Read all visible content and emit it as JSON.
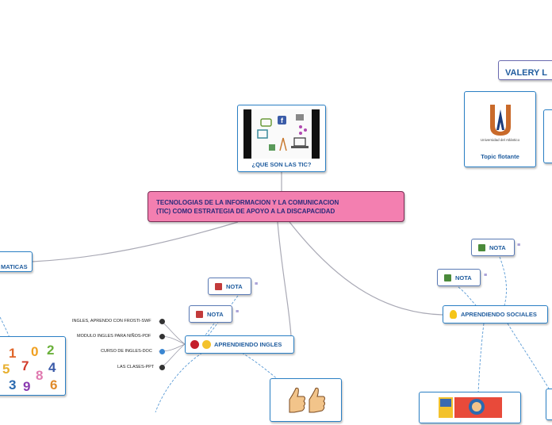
{
  "central": {
    "line1": "TECNOLOGIAS DE LA INFORMACION Y LA COMUNICACION",
    "line2": "(TIC) COMO ESTRATEGIA DE APOYO A LA DISCAPACIDAD"
  },
  "tic_topic": {
    "label": "¿QUE SON LAS TIC?"
  },
  "left_topic": {
    "label": "MATICAS"
  },
  "valery": {
    "label": "VALERY L"
  },
  "univ_topic": {
    "logo_text": "Universidad del Atlántico",
    "label": "Topic flotante"
  },
  "ingles": {
    "label": "APRENDIENDO INGLES",
    "notes": [
      "NOTA",
      "NOTA"
    ],
    "items": [
      "INGLES, APRENDO CON FROSTI-SWF",
      "MODULO INGLES PARA NIÑOS-PDF",
      "CURSO DE INGLES-DOC",
      "LAS CLASES-PPT"
    ]
  },
  "sociales": {
    "label": "APRENDIENDO SOCIALES",
    "notes": [
      "NOTA",
      "NOTA"
    ]
  },
  "numbers_image": {
    "digits": [
      "1",
      "0",
      "2",
      "5",
      "7",
      "4",
      "8",
      "3",
      "9",
      "6"
    ]
  },
  "colors": {
    "central_fill": "#f37fb0",
    "node_border": "#2a7fc4",
    "label_text": "#1f5c9e",
    "edge": "#a8a8b4"
  }
}
